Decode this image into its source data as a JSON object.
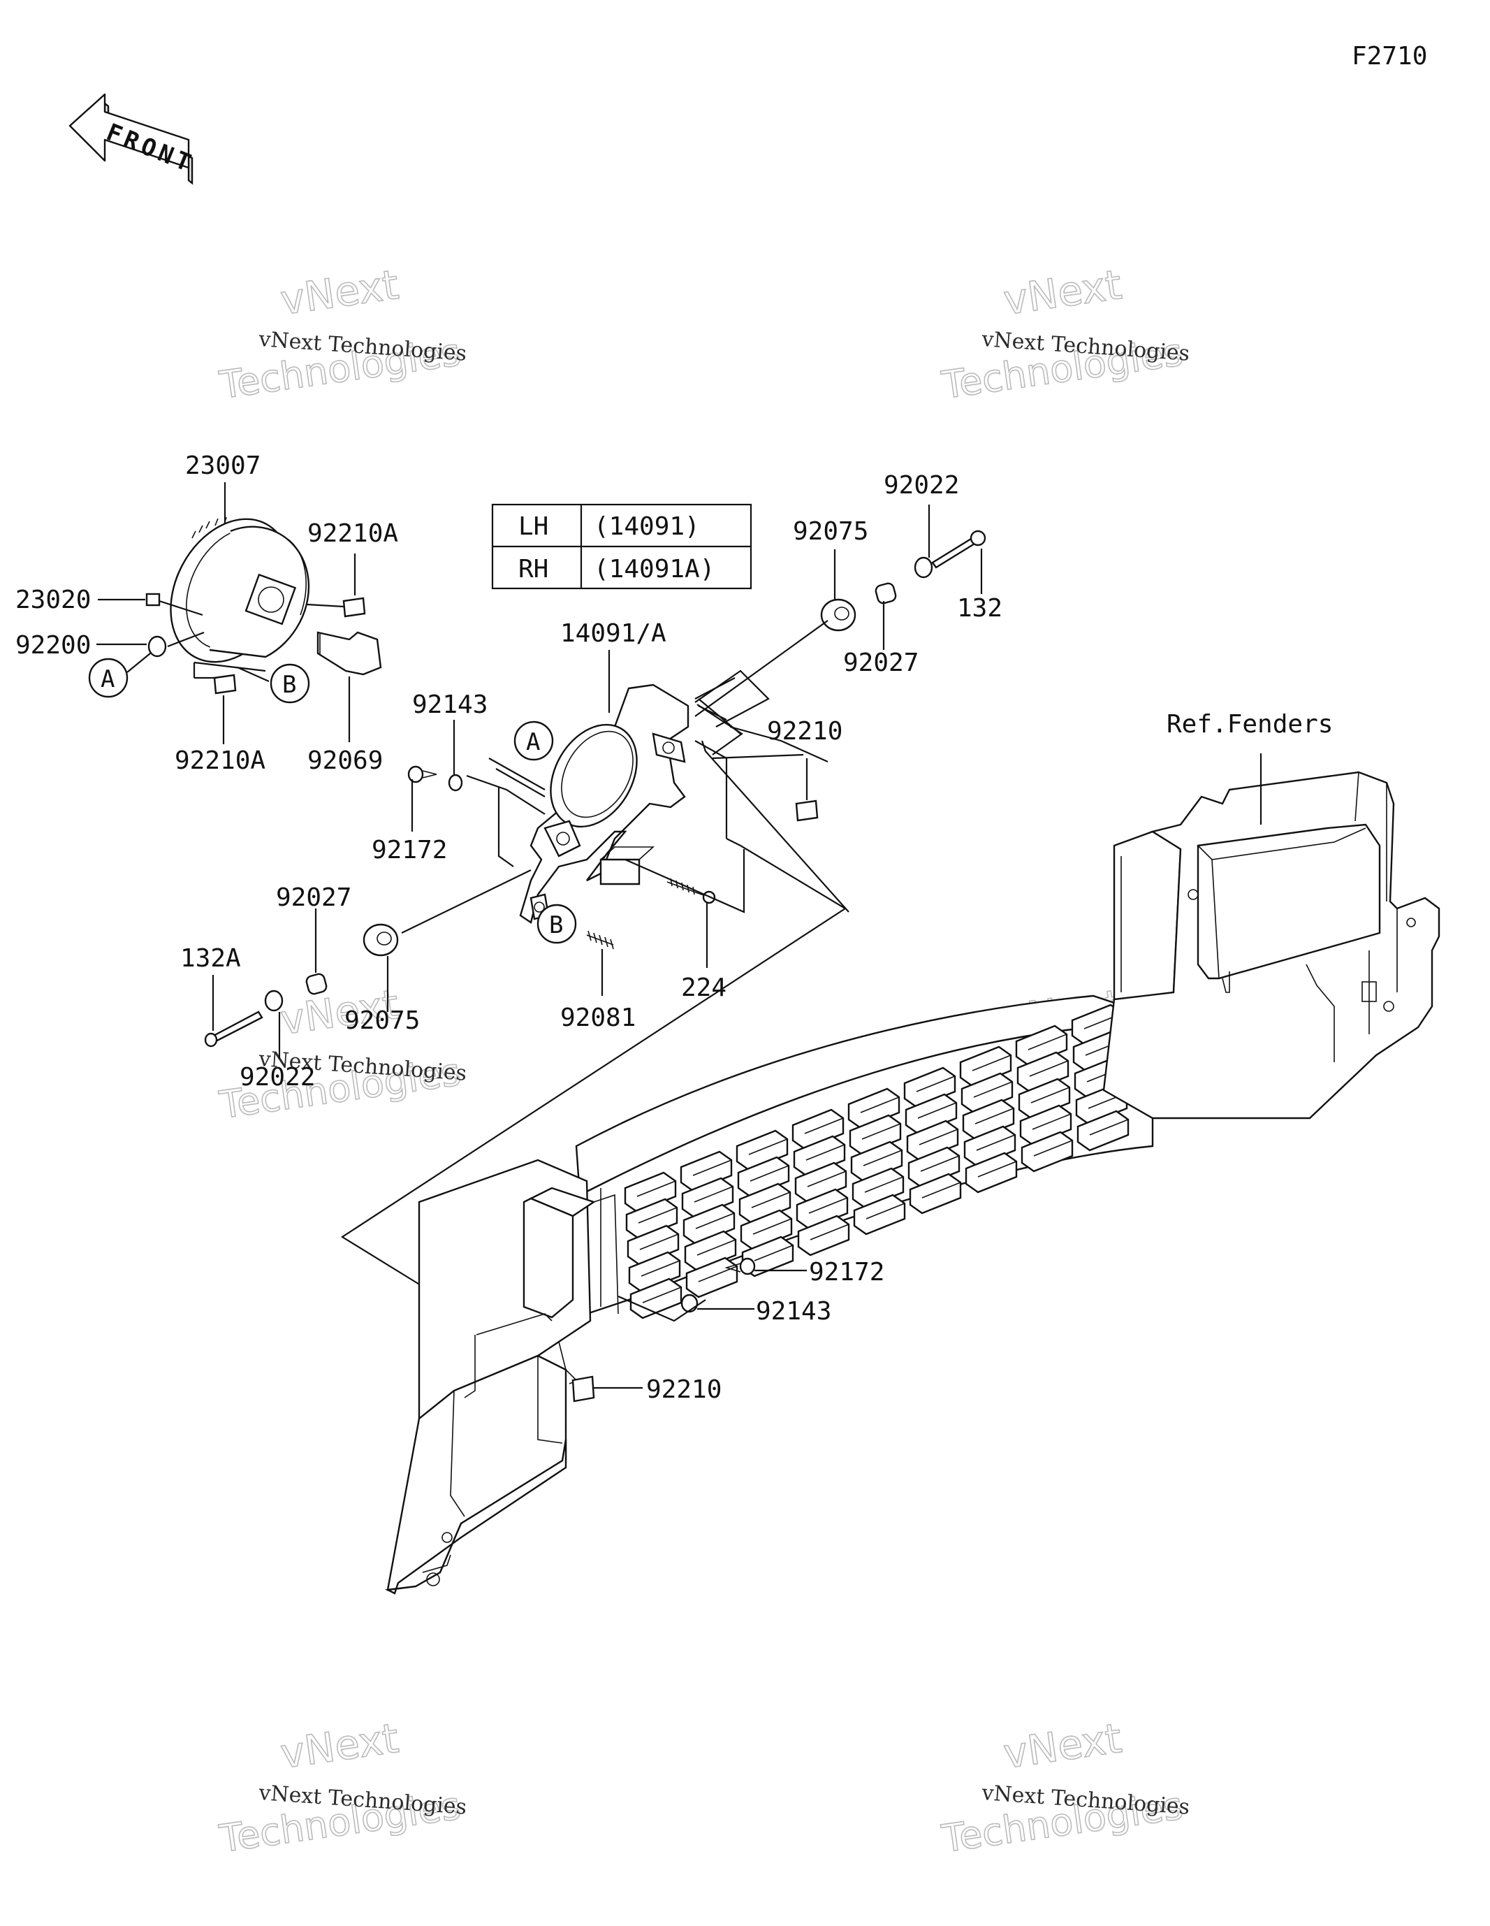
{
  "figure_code": "F2710",
  "front_label": "FRONT",
  "watermark": {
    "line1": "vNext Technologies",
    "line2": "vNext",
    "line3": "Technologies"
  },
  "variant_table": {
    "rows": [
      {
        "side": "LH",
        "part": "(14091)"
      },
      {
        "side": "RH",
        "part": "(14091A)"
      }
    ]
  },
  "callouts": {
    "a": "A",
    "b": "B"
  },
  "parts": {
    "p23007": "23007",
    "p92210A_top": "92210A",
    "p23020": "23020",
    "p92200": "92200",
    "p92210A_bottom": "92210A",
    "p92069": "92069",
    "p14091A": "14091/A",
    "p92143_left": "92143",
    "p92172_left": "92172",
    "p92022_top": "92022",
    "p92075_top": "92075",
    "p132": "132",
    "p92027_top": "92027",
    "p92210_top": "92210",
    "p92027_left": "92027",
    "p132A": "132A",
    "p92075_left": "92075",
    "p92022_left": "92022",
    "p224": "224",
    "p92081": "92081",
    "ref_fenders": "Ref.Fenders",
    "p92172_right": "92172",
    "p92143_right": "92143",
    "p92210_bottom": "92210"
  }
}
